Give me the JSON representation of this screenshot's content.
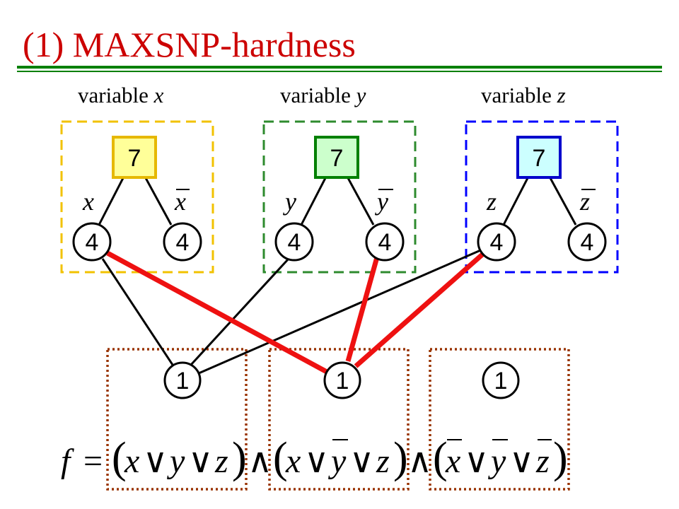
{
  "title": "(1) MAXSNP-hardness",
  "colors": {
    "title": "#cc0000",
    "rule": "#008000",
    "x_fill": "#ffff99",
    "x_border": "#e6b800",
    "x_dash": "#f2c200",
    "y_fill": "#ccffcc",
    "y_border": "#008000",
    "y_dash": "#2e8b2e",
    "z_fill": "#ccffff",
    "z_border": "#0000cc",
    "z_dash": "#0000ff",
    "clause_box": "#993300",
    "edge_black": "#000000",
    "edge_red": "#ee1111"
  },
  "variables": [
    {
      "prefix": "variable ",
      "name": "x",
      "weight": "7",
      "pos_literal": "x",
      "neg_literal": "x",
      "pos_weight": "4",
      "neg_weight": "4"
    },
    {
      "prefix": "variable ",
      "name": "y",
      "weight": "7",
      "pos_literal": "y",
      "neg_literal": "y",
      "pos_weight": "4",
      "neg_weight": "4"
    },
    {
      "prefix": "variable ",
      "name": "z",
      "weight": "7",
      "pos_literal": "z",
      "neg_literal": "z",
      "pos_weight": "4",
      "neg_weight": "4"
    }
  ],
  "clauses": [
    {
      "weight": "1"
    },
    {
      "weight": "1"
    },
    {
      "weight": "1"
    }
  ],
  "formula": {
    "lhs": "f",
    "eq": "=",
    "and": "∧",
    "or": "∨",
    "clause1": [
      "x",
      "y",
      "z"
    ],
    "clause2": [
      "x",
      "y",
      "z"
    ],
    "clause3": [
      "x",
      "y",
      "z"
    ],
    "negated": {
      "clause1": [
        false,
        false,
        false
      ],
      "clause2": [
        false,
        true,
        false
      ],
      "clause3": [
        true,
        true,
        true
      ]
    }
  },
  "edges": [
    {
      "from": "x-pos",
      "to": "clause-1",
      "color": "black"
    },
    {
      "from": "y-pos",
      "to": "clause-1",
      "color": "black"
    },
    {
      "from": "z-pos",
      "to": "clause-1",
      "color": "black"
    },
    {
      "from": "x-pos",
      "to": "clause-2",
      "color": "red"
    },
    {
      "from": "y-neg",
      "to": "clause-2",
      "color": "red"
    },
    {
      "from": "z-pos",
      "to": "clause-2",
      "color": "red"
    }
  ]
}
